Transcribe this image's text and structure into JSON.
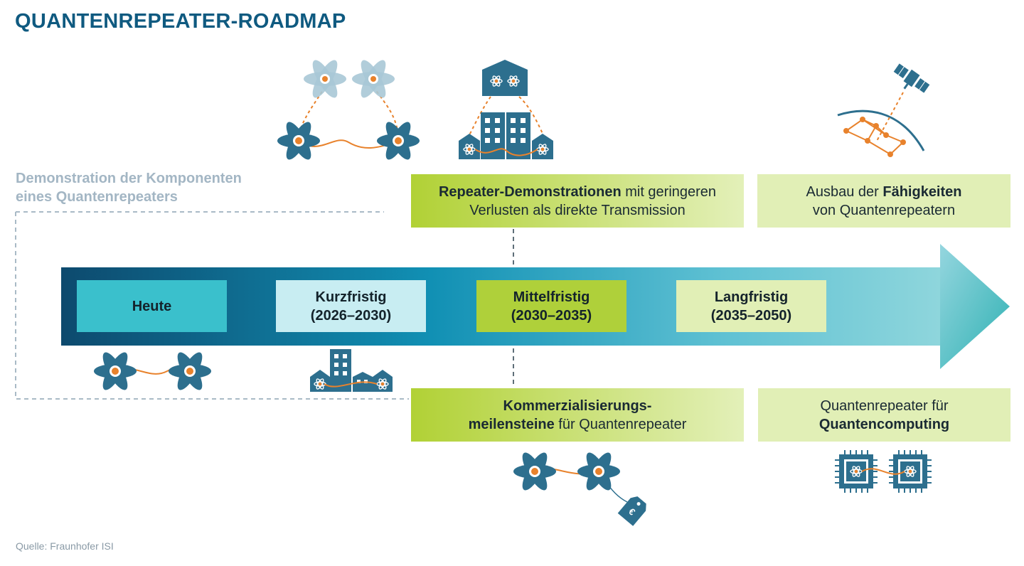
{
  "title": "QUANTENREPEATER-ROADMAP",
  "demo_label": [
    "Demonstration der Komponenten",
    "eines Quantenrepeaters"
  ],
  "phases": [
    {
      "name": "Heute",
      "years": "",
      "color": "#3ac0cc"
    },
    {
      "name": "Kurzfristig",
      "years": "(2026–2030)",
      "color": "#c8edf2"
    },
    {
      "name": "Mittelfristig",
      "years": "(2030–2035)",
      "color": "#afd03a"
    },
    {
      "name": "Langfristig",
      "years": "(2035–2050)",
      "color": "#e1efb6"
    }
  ],
  "milestones": {
    "top_mid": {
      "bold": "Repeater-Demonstrationen",
      "rest": " mit geringeren",
      "line2": "Verlusten als direkte Transmission"
    },
    "top_right": {
      "pre": "Ausbau der ",
      "bold": "Fähigkeiten",
      "line2": "von Quantenrepeatern"
    },
    "bottom_mid": {
      "bold1": "Kommerzialisierungs-",
      "bold2": "meilensteine",
      "rest": " für Quantenrepeater"
    },
    "bottom_right": {
      "line1": "Quantenrepeater für",
      "bold": "Quantencomputing"
    }
  },
  "icons": [
    "atom-icon",
    "building-icon",
    "house-icon",
    "satellite-icon",
    "network-icon",
    "chip-icon",
    "price-tag-icon"
  ],
  "colors": {
    "title": "#0f5a80",
    "arrow_dark": "#0d4a6e",
    "arrow_light": "#86d2d9",
    "icon": "#2d6f8e",
    "accent": "#e8822c",
    "green": "#afd03a",
    "light_green": "#e1efb6"
  },
  "source": "Quelle: Fraunhofer ISI"
}
